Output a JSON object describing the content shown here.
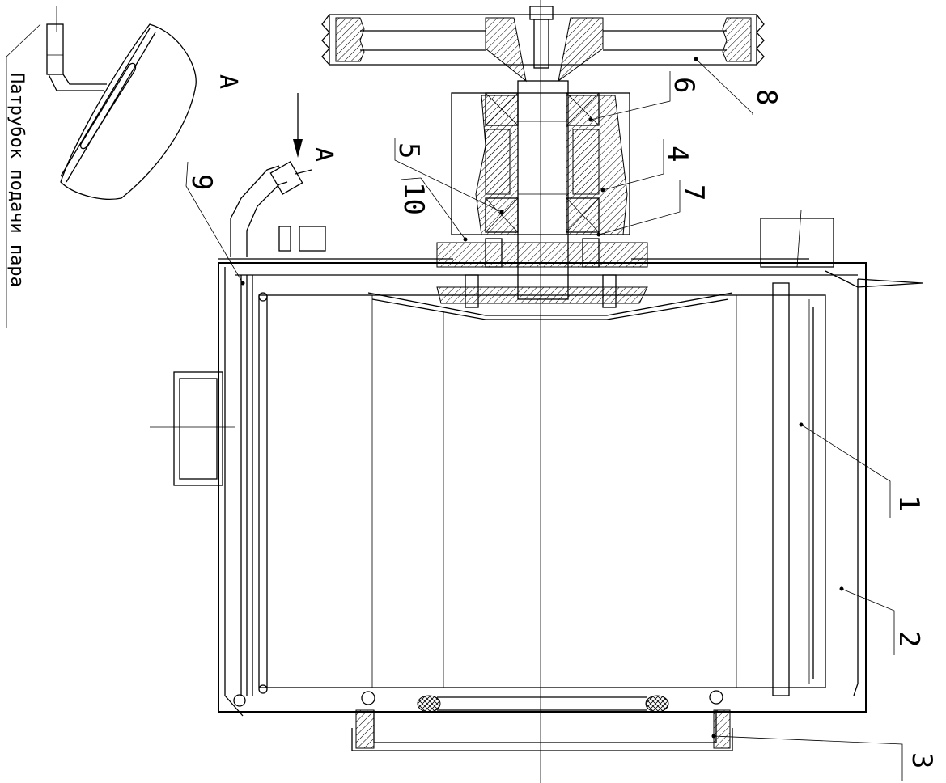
{
  "side_caption": "Патрубок подачи пара",
  "view_label_top": "A",
  "view_label_arrow": "A",
  "callouts": [
    "1",
    "2",
    "3",
    "4",
    "5",
    "6",
    "7",
    "8",
    "9",
    "10"
  ]
}
